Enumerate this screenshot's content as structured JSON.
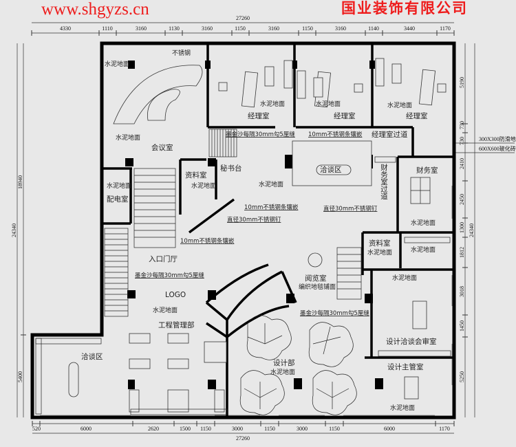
{
  "watermark": {
    "company": "国业装饰有限公司",
    "website": "www.shgyzs.cn",
    "color": "#ee1c1c"
  },
  "dimensions": {
    "top_total": "27260",
    "top": [
      "4330",
      "1110",
      "3160",
      "1130",
      "3160",
      "1150",
      "3160",
      "1150",
      "3160",
      "1140",
      "3440",
      "1170"
    ],
    "bottom_total": "27260",
    "bottom": [
      "520",
      "6000",
      "2620",
      "1500",
      "1150",
      "3000",
      "1150",
      "3000",
      "1150",
      "6000",
      "1170"
    ],
    "left_total": "24340",
    "left": [
      "18940",
      "5400"
    ],
    "right_total": "24340",
    "right": [
      "5190",
      "730",
      "730",
      "2410",
      "2450",
      "1300",
      "1812",
      "3018",
      "1450",
      "5250"
    ]
  },
  "material_callouts": [
    "300X300防滑地",
    "600X600玻化砖"
  ],
  "rooms": {
    "meeting": "会议室",
    "manager1": "经理室",
    "manager2": "经理室",
    "manager3": "经理室",
    "manager_corridor": "经理室过道",
    "negotiation": "洽谈区",
    "finance_corridor": "财务室过道",
    "finance": "财务室",
    "archive1": "资料室",
    "secretary": "秘书台",
    "power": "配电室",
    "lobby": "入口门厅",
    "logo": "LOGO",
    "reading": "阅览室",
    "reading_floor": "编织地毯铺面",
    "archive2": "资料室",
    "design_review": "设计洽谈会审室",
    "engineering": "工程管理部",
    "negotiation2": "洽谈区",
    "design": "设计部",
    "design_supervisor": "设计主管室"
  },
  "floor": "水泥地面",
  "notes": {
    "stainless": "不锈钢",
    "granite": "墨金沙每隔30mm勾5厘缝",
    "strip": "10mm不锈钢条镶嵌",
    "nail": "直径30mm不锈钢钉"
  }
}
